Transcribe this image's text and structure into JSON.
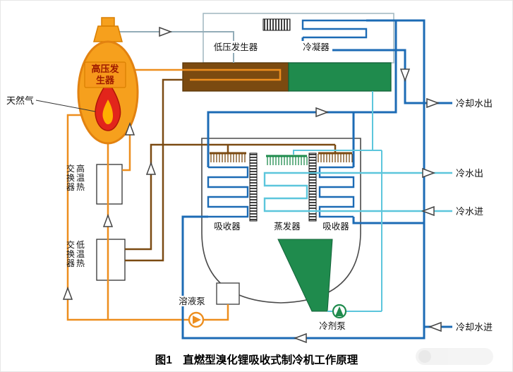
{
  "caption": "图1　直燃型溴化锂吸收式制冷机工作原理",
  "labels": {
    "natural_gas": "天然气",
    "hp_generator_l1": "高压发",
    "hp_generator_l2": "生器",
    "lp_generator": "低压发生器",
    "condenser": "冷凝器",
    "ht_exchanger_col1": "高温热",
    "ht_exchanger_col2": "交换器",
    "lt_exchanger_col1": "低温热",
    "lt_exchanger_col2": "交换器",
    "absorber_left": "吸收器",
    "evaporator": "蒸发器",
    "absorber_right": "吸收器",
    "solution_pump": "溶液泵",
    "refrigerant_pump": "冷剂泵",
    "cooling_water_out": "冷却水出",
    "chilled_water_out": "冷水出",
    "chilled_water_in": "冷水进",
    "cooling_water_in": "冷却水进"
  },
  "colors": {
    "pipe_orange": "#ED8E1E",
    "pipe_brown": "#7B4A12",
    "pipe_blue": "#1C6BB5",
    "pipe_cyan": "#5CC6DC",
    "pipe_teal": "#93ADB8",
    "vessel_green": "#1F8B4D",
    "generator_orange": "#F6A01D",
    "flame_red": "#E2251B"
  }
}
